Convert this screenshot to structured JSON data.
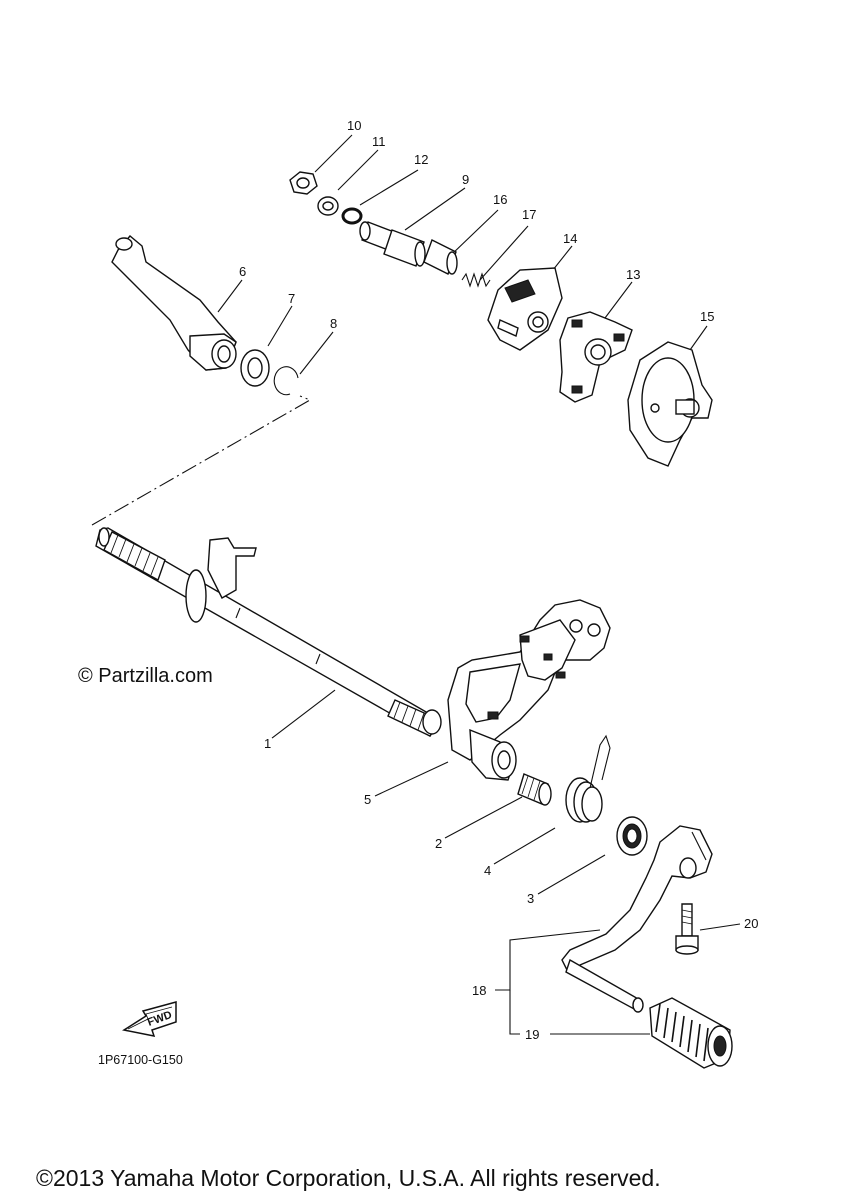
{
  "watermark": "© Partzilla.com",
  "diagram_code": "1P67100-G150",
  "fwd_label": "FWD",
  "copyright": "©2013 Yamaha Motor Corporation, U.S.A. All rights reserved.",
  "callouts": {
    "c1": "1",
    "c2": "2",
    "c3": "3",
    "c4": "4",
    "c5": "5",
    "c6": "6",
    "c7": "7",
    "c8": "8",
    "c9": "9",
    "c10": "10",
    "c11": "11",
    "c12": "12",
    "c13": "13",
    "c14": "14",
    "c15": "15",
    "c16": "16",
    "c17": "17",
    "c18": "18",
    "c19": "19",
    "c20": "20"
  }
}
